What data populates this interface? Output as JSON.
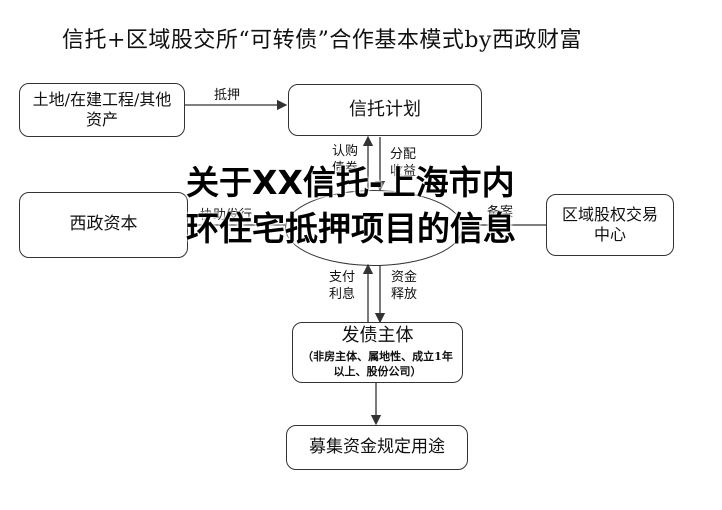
{
  "diagram": {
    "title": "信托+区域股交所“可转债”合作基本模式by西政财富",
    "nodes": {
      "land": "土地/在建工程/其他资产",
      "trust": "信托计划",
      "xizheng": "西政资本",
      "exchange": "区域股权交易中心",
      "issuer": "发债主体",
      "issuer_note": "（非房主体、属地性、成立1年以上、股份公司）",
      "use": "募集资金规定用途"
    },
    "edges": {
      "mortgage": "抵押",
      "subscribe": "认购债券",
      "distribute": "分配收益",
      "pay_interest": "支付利息",
      "release_funds": "资金释放",
      "left_partial": "协助发行",
      "right_partial": "备案"
    }
  },
  "overlay_text": "关于XX信托-上海市内环住宅抵押项目的信息"
}
